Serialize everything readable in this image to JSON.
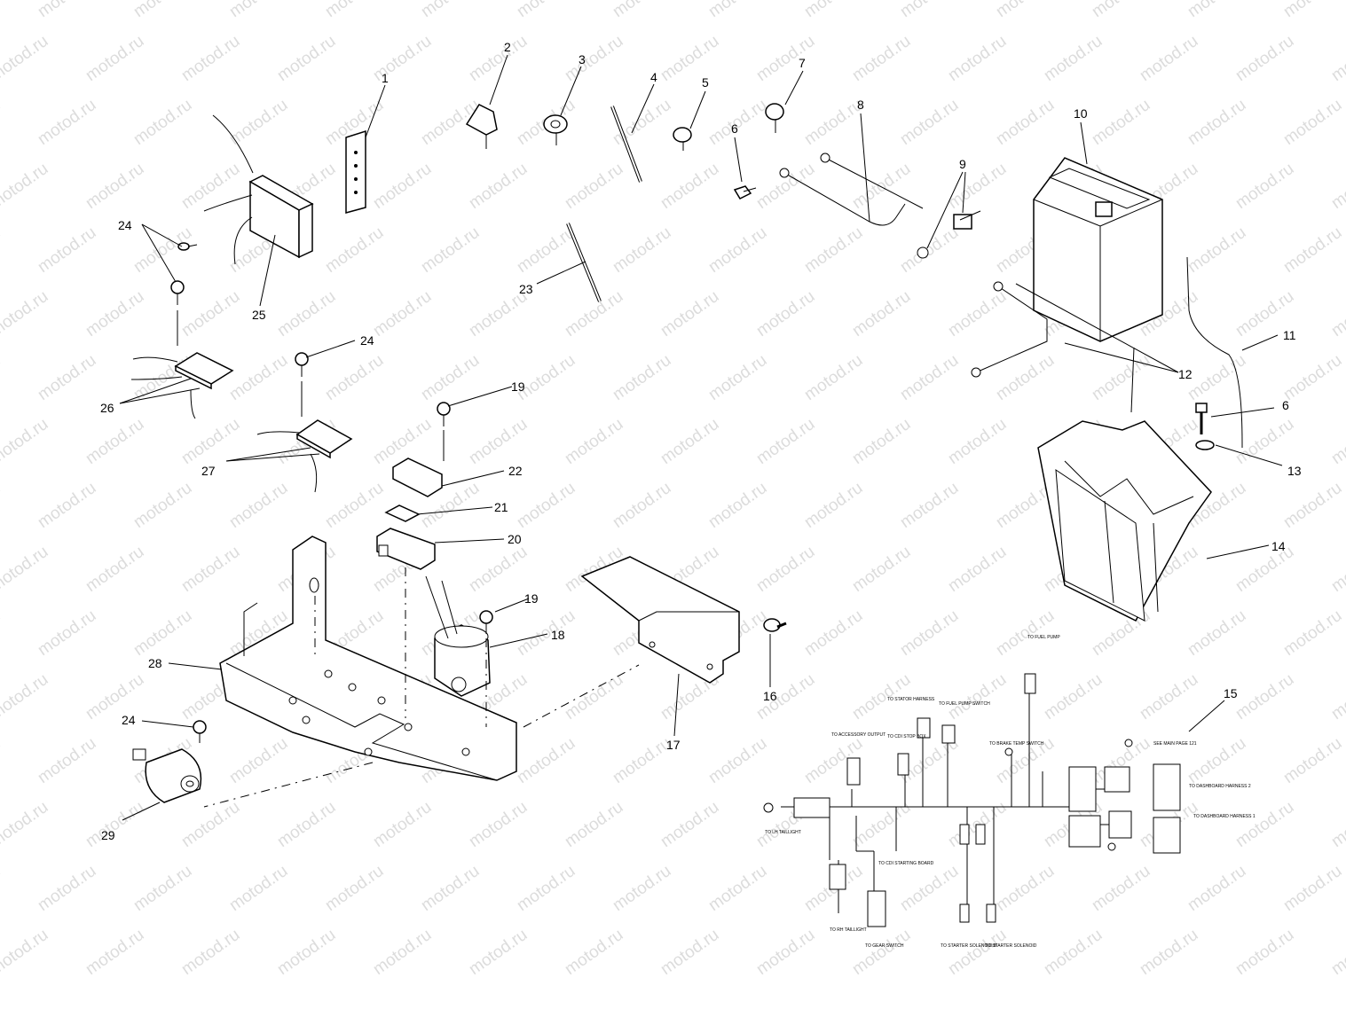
{
  "watermark": "motod.ru",
  "callouts": [
    "1",
    "2",
    "3",
    "4",
    "5",
    "6",
    "7",
    "8",
    "9",
    "10",
    "11",
    "12",
    "13",
    "14",
    "15",
    "16",
    "17",
    "18",
    "19",
    "20",
    "21",
    "22",
    "23",
    "24",
    "25",
    "26",
    "27",
    "28",
    "29"
  ],
  "harness_labels": {
    "fuel_pump": "TO FUEL PUMP",
    "stator": "TO STATOR HARNESS",
    "fuel_pump_switch": "TO FUEL PUMP SWITCH",
    "accessory": "TO ACCESSORY OUTPUT",
    "cdi_stop": "TO CDI STOP BOX",
    "brake_temp": "TO BRAKE TEMP SWITCH",
    "lh_taillight": "TO LH TAILLIGHT",
    "cdi_starting": "TO CDI STARTING BOARD",
    "rh_taillight": "TO RH TAILLIGHT",
    "gear_switch": "TO GEAR SWITCH",
    "starter_solenoid_b": "TO STARTER SOLENOID B",
    "starter_solenoid": "TO STARTER SOLENOID",
    "dashboard_2": "TO DASHBOARD HARNESS 2",
    "dashboard_1": "TO DASHBOARD HARNESS 1",
    "see_main": "SEE MAIN PAGE 121"
  }
}
